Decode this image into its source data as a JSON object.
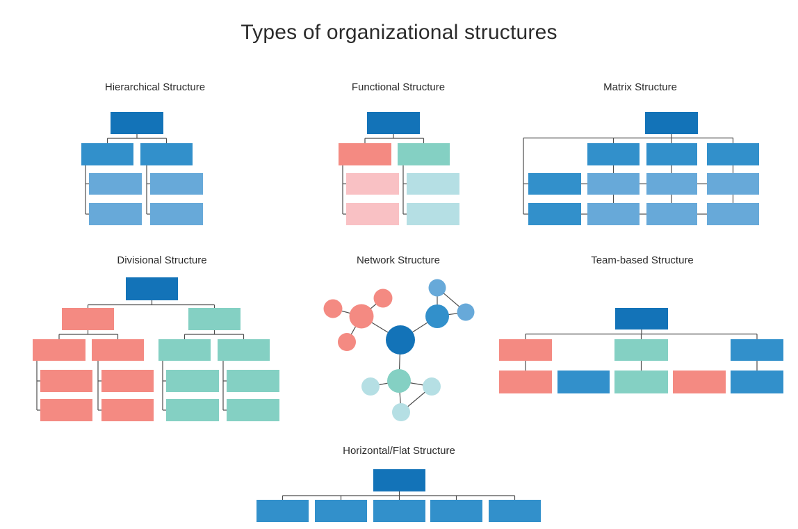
{
  "page": {
    "title": "Types of organizational structures"
  },
  "palette": {
    "dark_blue": "#1373b8",
    "medium_blue": "#3290cb",
    "light_blue": "#67a9d9",
    "salmon": "#f48a82",
    "light_pink": "#f9c1c4",
    "teal": "#84d0c3",
    "light_teal": "#b5dfe4",
    "line": "#4d4d4d",
    "text": "#2b2b2b",
    "background": "#ffffff"
  },
  "diagrams": [
    {
      "id": "hierarchical",
      "label": "Hierarchical Structure",
      "type": "tree",
      "boxes": [
        [
          159,
          161,
          76,
          32,
          "dark_blue"
        ],
        [
          117,
          206,
          75,
          32,
          "medium_blue"
        ],
        [
          202,
          206,
          75,
          32,
          "medium_blue"
        ],
        [
          128,
          249,
          76,
          31,
          "light_blue"
        ],
        [
          216,
          249,
          76,
          31,
          "light_blue"
        ],
        [
          128,
          292,
          76,
          32,
          "light_blue"
        ],
        [
          216,
          292,
          76,
          32,
          "light_blue"
        ]
      ],
      "lines": [
        [
          197,
          193,
          197,
          199
        ],
        [
          154.5,
          199,
          239.5,
          199
        ],
        [
          154.5,
          199,
          154.5,
          206
        ],
        [
          239.5,
          199,
          239.5,
          206
        ],
        [
          123,
          238,
          123,
          308
        ],
        [
          123,
          264.5,
          128,
          264.5
        ],
        [
          123,
          308,
          128,
          308
        ],
        [
          211,
          238,
          211,
          308
        ],
        [
          211,
          264.5,
          216,
          264.5
        ],
        [
          211,
          308,
          216,
          308
        ]
      ]
    },
    {
      "id": "functional",
      "label": "Functional Structure",
      "type": "tree",
      "boxes": [
        [
          528,
          161,
          76,
          32,
          "dark_blue"
        ],
        [
          487,
          206,
          76,
          32,
          "salmon"
        ],
        [
          572,
          206,
          75,
          32,
          "teal"
        ],
        [
          498,
          249,
          76,
          31,
          "light_pink"
        ],
        [
          585,
          249,
          76,
          31,
          "light_teal"
        ],
        [
          498,
          292,
          76,
          32,
          "light_pink"
        ],
        [
          585,
          292,
          76,
          32,
          "light_teal"
        ]
      ],
      "lines": [
        [
          566,
          193,
          566,
          199
        ],
        [
          525,
          199,
          609.5,
          199
        ],
        [
          525,
          199,
          525,
          206
        ],
        [
          609.5,
          199,
          609.5,
          206
        ],
        [
          493,
          238,
          493,
          308
        ],
        [
          493,
          264.5,
          498,
          264.5
        ],
        [
          493,
          308,
          498,
          308
        ],
        [
          580,
          238,
          580,
          308
        ],
        [
          580,
          264.5,
          585,
          264.5
        ],
        [
          580,
          308,
          585,
          308
        ]
      ]
    },
    {
      "id": "matrix",
      "label": "Matrix Structure",
      "type": "matrix",
      "boxes": [
        [
          928,
          161,
          76,
          32,
          "dark_blue"
        ],
        [
          845,
          206,
          75,
          32,
          "medium_blue"
        ],
        [
          930,
          206,
          73,
          32,
          "medium_blue"
        ],
        [
          1017,
          206,
          75,
          32,
          "medium_blue"
        ],
        [
          760,
          249,
          76,
          31,
          "medium_blue"
        ],
        [
          845,
          249,
          75,
          31,
          "light_blue"
        ],
        [
          930,
          249,
          73,
          31,
          "light_blue"
        ],
        [
          1017,
          249,
          75,
          31,
          "light_blue"
        ],
        [
          760,
          292,
          76,
          32,
          "medium_blue"
        ],
        [
          845,
          292,
          75,
          32,
          "light_blue"
        ],
        [
          930,
          292,
          73,
          32,
          "light_blue"
        ],
        [
          1017,
          292,
          75,
          32,
          "light_blue"
        ]
      ],
      "lines": [
        [
          966,
          193,
          966,
          198.5
        ],
        [
          753,
          198.5,
          1055,
          198.5
        ],
        [
          882.5,
          198.5,
          882.5,
          206
        ],
        [
          966,
          198.5,
          966,
          206
        ],
        [
          1054.5,
          198.5,
          1054.5,
          206
        ],
        [
          753,
          198.5,
          753,
          308
        ],
        [
          753,
          264.5,
          760,
          264.5
        ],
        [
          753,
          308,
          760,
          308
        ],
        [
          882.5,
          238,
          882.5,
          249
        ],
        [
          882.5,
          280,
          882.5,
          292
        ],
        [
          966,
          238,
          966,
          249
        ],
        [
          966,
          280,
          966,
          292
        ],
        [
          1054.5,
          238,
          1054.5,
          249
        ],
        [
          1054.5,
          280,
          1054.5,
          292
        ],
        [
          836,
          264.5,
          845,
          264.5
        ],
        [
          920,
          264.5,
          930,
          264.5
        ],
        [
          1003,
          264.5,
          1017,
          264.5
        ],
        [
          836,
          308,
          845,
          308
        ],
        [
          920,
          308,
          930,
          308
        ],
        [
          1003,
          308,
          1017,
          308
        ]
      ]
    },
    {
      "id": "divisional",
      "label": "Divisional Structure",
      "type": "tree",
      "boxes": [
        [
          181,
          399,
          75,
          33,
          "dark_blue"
        ],
        [
          89,
          443,
          75,
          32,
          "salmon"
        ],
        [
          271,
          443,
          75,
          32,
          "teal"
        ],
        [
          47,
          488,
          76,
          31,
          "salmon"
        ],
        [
          132,
          488,
          75,
          31,
          "salmon"
        ],
        [
          228,
          488,
          75,
          31,
          "teal"
        ],
        [
          313,
          488,
          75,
          31,
          "teal"
        ],
        [
          58,
          532,
          75,
          32,
          "salmon"
        ],
        [
          58,
          574,
          75,
          32,
          "salmon"
        ],
        [
          146,
          532,
          75,
          32,
          "salmon"
        ],
        [
          146,
          574,
          75,
          32,
          "salmon"
        ],
        [
          239,
          532,
          76,
          32,
          "teal"
        ],
        [
          239,
          574,
          76,
          32,
          "teal"
        ],
        [
          326,
          532,
          76,
          32,
          "teal"
        ],
        [
          326,
          574,
          76,
          32,
          "teal"
        ]
      ],
      "lines": [
        [
          218.5,
          432,
          218.5,
          438.5
        ],
        [
          126.5,
          438.5,
          308.5,
          438.5
        ],
        [
          126.5,
          438.5,
          126.5,
          443
        ],
        [
          308.5,
          438.5,
          308.5,
          443
        ],
        [
          126.5,
          475,
          126.5,
          481
        ],
        [
          85,
          481,
          169.5,
          481
        ],
        [
          85,
          481,
          85,
          488
        ],
        [
          169.5,
          481,
          169.5,
          488
        ],
        [
          308.5,
          475,
          308.5,
          481
        ],
        [
          265.5,
          481,
          350.5,
          481
        ],
        [
          265.5,
          481,
          265.5,
          488
        ],
        [
          350.5,
          481,
          350.5,
          488
        ],
        [
          53,
          519,
          53,
          590
        ],
        [
          53,
          548,
          58,
          548
        ],
        [
          53,
          590,
          58,
          590
        ],
        [
          141,
          519,
          141,
          590
        ],
        [
          141,
          548,
          146,
          548
        ],
        [
          141,
          590,
          146,
          590
        ],
        [
          234,
          519,
          234,
          590
        ],
        [
          234,
          548,
          239,
          548
        ],
        [
          234,
          590,
          239,
          590
        ],
        [
          321,
          519,
          321,
          590
        ],
        [
          321,
          548,
          326,
          548
        ],
        [
          321,
          590,
          326,
          590
        ]
      ]
    },
    {
      "id": "network",
      "label": "Network Structure",
      "type": "network",
      "lines": [
        [
          576,
          489,
          520,
          455
        ],
        [
          520,
          455,
          551,
          429
        ],
        [
          520,
          455,
          479,
          444
        ],
        [
          520,
          455,
          499,
          492
        ],
        [
          576,
          489,
          629,
          455
        ],
        [
          629,
          455,
          629,
          414
        ],
        [
          629,
          455,
          670,
          449
        ],
        [
          629,
          414,
          670,
          449
        ],
        [
          576,
          489,
          574,
          548
        ],
        [
          574,
          548,
          533,
          556
        ],
        [
          574,
          548,
          621,
          556
        ],
        [
          574,
          548,
          577,
          593
        ],
        [
          577,
          593,
          621,
          556
        ]
      ],
      "circles": [
        [
          576,
          489,
          21,
          "dark_blue"
        ],
        [
          520,
          455,
          17.5,
          "salmon"
        ],
        [
          551,
          429,
          13.5,
          "salmon"
        ],
        [
          479,
          444,
          13.5,
          "salmon"
        ],
        [
          499,
          492,
          13,
          "salmon"
        ],
        [
          629,
          455,
          17,
          "medium_blue"
        ],
        [
          629,
          414,
          12.5,
          "light_blue"
        ],
        [
          670,
          449,
          12.5,
          "light_blue"
        ],
        [
          574,
          548,
          17,
          "teal"
        ],
        [
          533,
          556,
          13,
          "light_teal"
        ],
        [
          621,
          556,
          13,
          "light_teal"
        ],
        [
          577,
          593,
          13,
          "light_teal"
        ]
      ]
    },
    {
      "id": "team-based",
      "label": "Team-based Structure",
      "type": "tree",
      "boxes": [
        [
          885,
          443,
          76,
          31,
          "dark_blue"
        ],
        [
          718,
          488,
          76,
          31,
          "salmon"
        ],
        [
          884,
          488,
          77,
          31,
          "teal"
        ],
        [
          1051,
          488,
          76,
          31,
          "medium_blue"
        ],
        [
          718,
          533,
          76,
          33,
          "salmon"
        ],
        [
          802,
          533,
          75,
          33,
          "medium_blue"
        ],
        [
          884,
          533,
          77,
          33,
          "teal"
        ],
        [
          968,
          533,
          76,
          33,
          "salmon"
        ],
        [
          1051,
          533,
          76,
          33,
          "medium_blue"
        ]
      ],
      "lines": [
        [
          923,
          474,
          923,
          480.5
        ],
        [
          756,
          480.5,
          1089,
          480.5
        ],
        [
          756,
          480.5,
          756,
          488
        ],
        [
          922.5,
          480.5,
          922.5,
          488
        ],
        [
          1089,
          480.5,
          1089,
          488
        ],
        [
          756,
          519,
          756,
          533
        ],
        [
          922.5,
          519,
          922.5,
          533
        ],
        [
          1089,
          519,
          1089,
          533
        ]
      ]
    },
    {
      "id": "horizontal-flat",
      "label": "Horizontal/Flat Structure",
      "type": "flat",
      "boxes": [
        [
          537,
          675,
          75,
          32,
          "dark_blue"
        ],
        [
          369,
          719,
          75,
          32,
          "medium_blue"
        ],
        [
          453,
          719,
          75,
          32,
          "medium_blue"
        ],
        [
          537,
          719,
          75,
          32,
          "medium_blue"
        ],
        [
          619,
          719,
          75,
          32,
          "medium_blue"
        ],
        [
          703,
          719,
          75,
          32,
          "medium_blue"
        ]
      ],
      "lines": [
        [
          574.5,
          707,
          574.5,
          713
        ],
        [
          406.5,
          713,
          740.5,
          713
        ],
        [
          406.5,
          713,
          406.5,
          719
        ],
        [
          490.5,
          713,
          490.5,
          719
        ],
        [
          574.5,
          713,
          574.5,
          719
        ],
        [
          656.5,
          713,
          656.5,
          719
        ],
        [
          740.5,
          713,
          740.5,
          719
        ]
      ]
    }
  ]
}
